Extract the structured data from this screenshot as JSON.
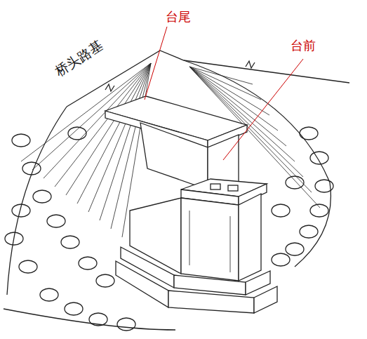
{
  "diagram": {
    "labels": [
      "桥头路基",
      "台尾",
      "台前"
    ]
  }
}
